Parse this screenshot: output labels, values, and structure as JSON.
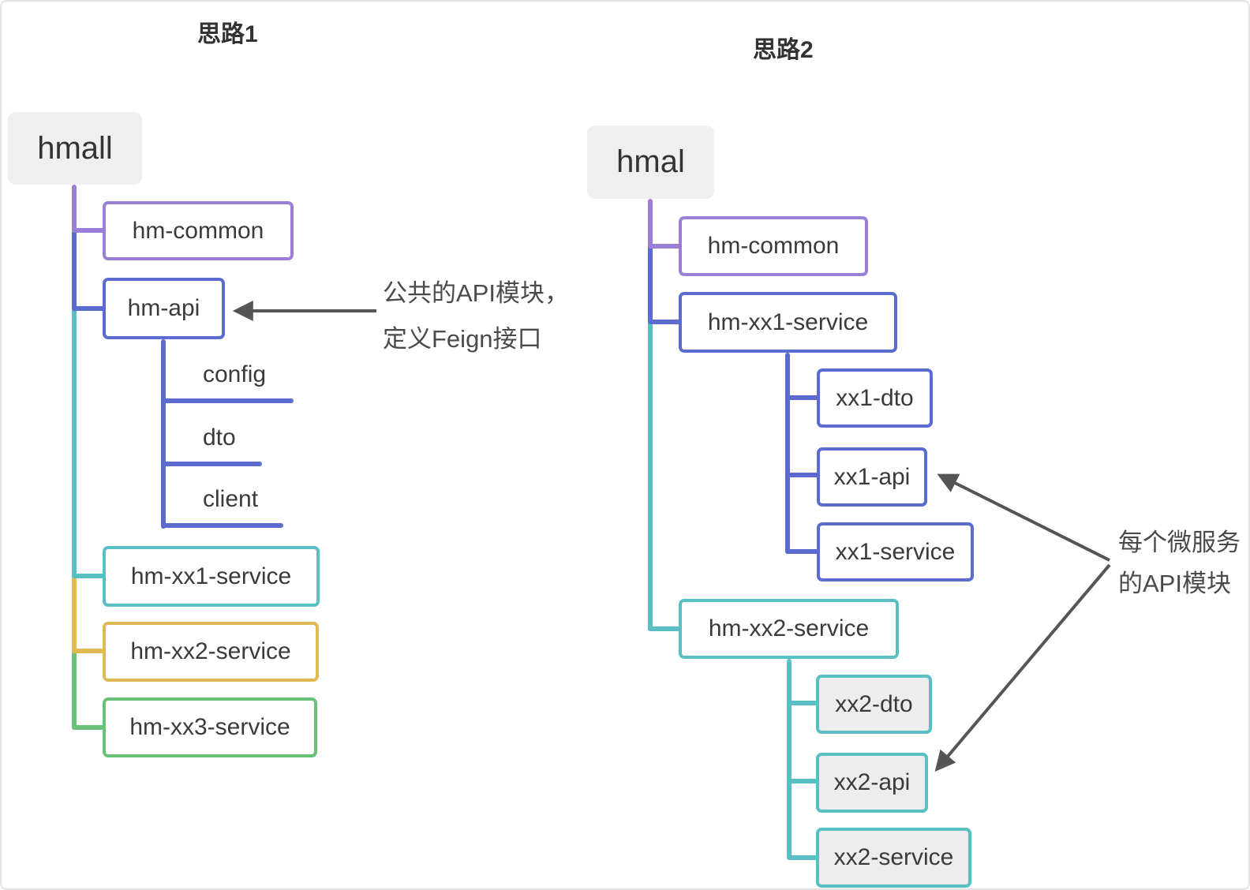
{
  "colors": {
    "purple": "#9B7FD6",
    "blue": "#5B6BD0",
    "teal": "#58BFC5",
    "yellow": "#E0B955",
    "green": "#6AC178",
    "root_fill": "#EFEFEF",
    "child_fill": "#EDEDED",
    "arrow": "#555555",
    "text": "#3A3A3A",
    "title": "#333333"
  },
  "left": {
    "title": "思路1",
    "root": "hmall",
    "nodes": {
      "hm_common": "hm-common",
      "hm_api": "hm-api",
      "config": "config",
      "dto": "dto",
      "client": "client",
      "xx1": "hm-xx1-service",
      "xx2": "hm-xx2-service",
      "xx3": "hm-xx3-service"
    },
    "annotation": {
      "line1": "公共的API模块，",
      "line2": "定义Feign接口"
    }
  },
  "right": {
    "title": "思路2",
    "root": "hmal",
    "nodes": {
      "hm_common": "hm-common",
      "hm_xx1_service": "hm-xx1-service",
      "xx1_dto": "xx1-dto",
      "xx1_api": "xx1-api",
      "xx1_service": "xx1-service",
      "hm_xx2_service": "hm-xx2-service",
      "xx2_dto": "xx2-dto",
      "xx2_api": "xx2-api",
      "xx2_service": "xx2-service"
    },
    "annotation": {
      "line1": "每个微服务",
      "line2": "的API模块"
    }
  }
}
